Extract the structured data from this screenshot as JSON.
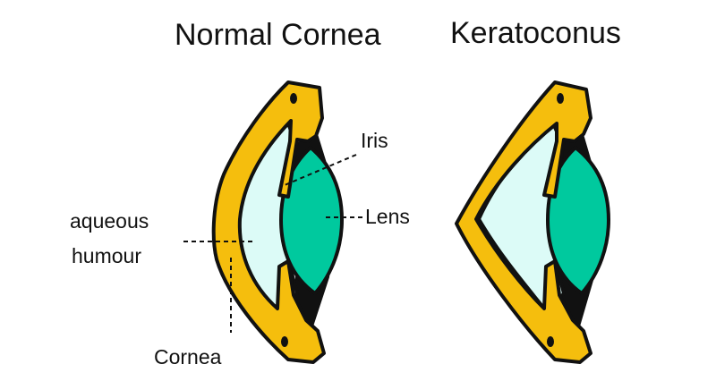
{
  "titles": {
    "normal": "Normal Cornea",
    "keratoconus": "Keratoconus"
  },
  "labels": {
    "iris": "Iris",
    "lens": "Lens",
    "aqueous_line1": "aqueous",
    "aqueous_line2": "humour",
    "cornea": "Cornea"
  },
  "colors": {
    "cornea_sclera": "#f5be0d",
    "aqueous_humour": "#dcfbf7",
    "lens": "#00c99e",
    "outline": "#111111",
    "background": "#ffffff"
  }
}
